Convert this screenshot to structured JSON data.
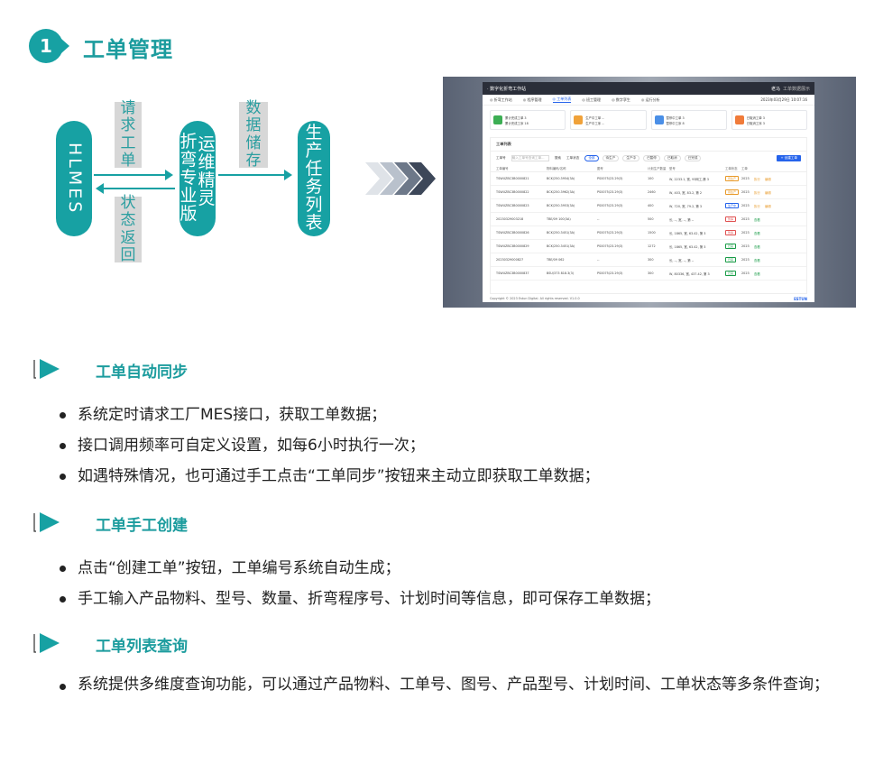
{
  "header": {
    "number": "1",
    "title": "工单管理"
  },
  "flow": {
    "node_mes": "HLMES",
    "node_bend_col1": "折弯专业版",
    "node_bend_col2": "运维精灵",
    "node_produce": "生产任务列表",
    "label_request": "请求工单",
    "label_status": "状态返回",
    "label_storage": "数据储存"
  },
  "screenshot": {
    "app_title": "· 数字化折弯工作站",
    "user_name": "老马",
    "user_role": "工单数据展示",
    "nav": [
      "折弯工作站",
      "程序管理",
      "工单列表",
      "班工管理",
      "数字孪生",
      "运行分析"
    ],
    "nav_active_index": 2,
    "date_text": "2023年03月29日 10:07:16",
    "cards": [
      {
        "color": "#3cae54",
        "line1": "累计完成工单  3",
        "line2": "累计完成工序  18"
      },
      {
        "color": "#f0a23a",
        "line1": "生产中工单  --",
        "line2": "生产中工序  --"
      },
      {
        "color": "#4a8fe7",
        "line1": "暂停中工单  3",
        "line2": "暂停中工序  8"
      },
      {
        "color": "#f07b3a",
        "line1": "已取消工单  3",
        "line2": "已取消工序  3"
      }
    ],
    "list_title": "工单列表",
    "filter": {
      "label": "工单号",
      "placeholder": "输入工单号查询工单...",
      "search": "搜索",
      "status_label": "工单状态",
      "chips": [
        "全部",
        "待生产",
        "生产中",
        "已暂停",
        "已取消",
        "已完成"
      ],
      "create": "+ 创建工单"
    },
    "columns": [
      "工单编号",
      "物料编码/名称",
      "图号",
      "计划生产数量",
      "型号",
      "工单状态",
      "工单"
    ],
    "rows": [
      {
        "id": "TSWUZBC3B0000821",
        "mat": "BCK/250.3954(3A)",
        "draw": "PS0075/23.29(3)",
        "qty": "100",
        "model": "W, 2233.1, 宽, 93网工,第 3",
        "status": "待生产",
        "tcolor": "#e89a2a",
        "ver": "2023",
        "op1": "执行",
        "op2": "编辑"
      },
      {
        "id": "TSWUZBC3B0000822",
        "mat": "BCK/250.3962(3A)",
        "draw": "PS0075/23.29(3)",
        "qty": "2460",
        "model": "W, 403, 宽, 83.2, 第 2",
        "status": "待生产",
        "tcolor": "#e89a2a",
        "ver": "2023",
        "op1": "执行",
        "op2": "编辑"
      },
      {
        "id": "TSWUZBC3B0000823",
        "mat": "BCK/250.3953(3A)",
        "draw": "PS0075/23.29(3)",
        "qty": "400",
        "model": "W, 720, 宽, 79.2, 第 3",
        "status": "生产中",
        "tcolor": "#2563eb",
        "ver": "2023",
        "op1": "执行",
        "op2": "编辑"
      },
      {
        "id": "20230329003218",
        "mat": "TBE/09 100(3A)",
        "draw": "--",
        "qty": "500",
        "model": "长, --, 宽, --, 第 --",
        "status": "暂停",
        "tcolor": "#e05252",
        "ver": "2023",
        "op1": "查看",
        "op2": ""
      },
      {
        "id": "TSWUZBC3B0000826",
        "mat": "BCK/250.3451(3A)",
        "draw": "PS0075/23.29(3)",
        "qty": "1500",
        "model": "长, 1865, 宽, 63.42, 第 3",
        "status": "暂停",
        "tcolor": "#e05252",
        "ver": "2023",
        "op1": "查看",
        "op2": ""
      },
      {
        "id": "TSWUZBC3B0000829",
        "mat": "BCK/250.3451(3A)",
        "draw": "PS0075/23.29(3)",
        "qty": "1272",
        "model": "长, 1865, 宽, 63.42, 第 3",
        "status": "已完",
        "tcolor": "#1a9c48",
        "ver": "2023",
        "op1": "查看",
        "op2": ""
      },
      {
        "id": "20230329000827",
        "mat": "TBE/09 062",
        "draw": "--",
        "qty": "300",
        "model": "长, --, 宽, --, 第 --",
        "status": "已完",
        "tcolor": "#1a9c48",
        "ver": "2023",
        "op1": "查看",
        "op2": ""
      },
      {
        "id": "TSWUZBC3B0000837",
        "mat": "BSU/373 818.3(3)",
        "draw": "PS0075/23.29(3)",
        "qty": "300",
        "model": "W, 80336, 宽, 437.42, 第 3",
        "status": "已完",
        "tcolor": "#1a9c48",
        "ver": "2023",
        "op1": "查看",
        "op2": ""
      }
    ],
    "footer": "Copyright © 2023 Estun Digital. All rights reserved.   V1.0.0",
    "footer_logo": "ESTUN"
  },
  "sections": [
    {
      "title": "工单自动同步",
      "bullets": [
        "系统定时请求工厂MES接口，获取工单数据；",
        "接口调用频率可自定义设置，如每6小时执行一次；",
        "如遇特殊情况，也可通过手工点击“工单同步”按钮来主动立即获取工单数据；"
      ]
    },
    {
      "title": "工单手工创建",
      "bullets": [
        "点击“创建工单”按钮，工单编号系统自动生成；",
        "手工输入产品物料、型号、数量、折弯程序号、计划时间等信息，即可保存工单数据；"
      ]
    },
    {
      "title": "工单列表查询",
      "bullets": [
        "系统提供多维度查询功能，可以通过产品物料、工单号、图号、产品型号、计划时间、工单状态等多条件查询；"
      ]
    }
  ]
}
